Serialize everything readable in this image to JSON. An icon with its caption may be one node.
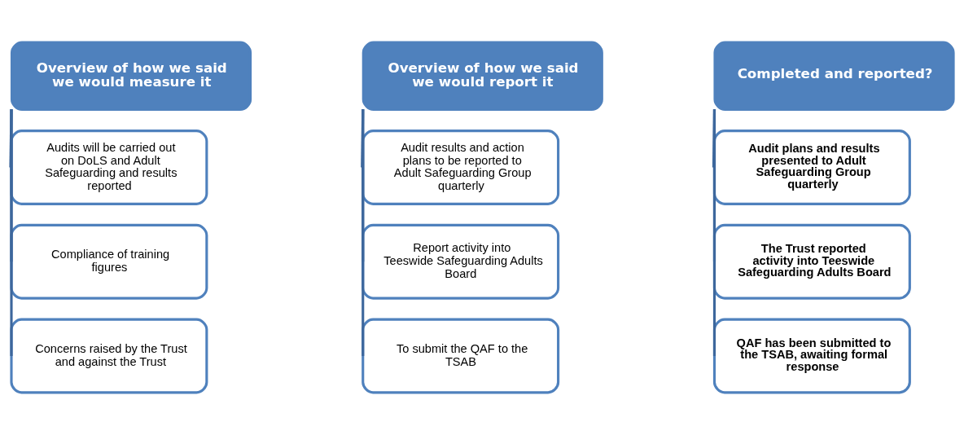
{
  "diagram": {
    "nodes": [
      {
        "text": [
          "Overview of how we said we would measure it"
        ]
      },
      {
        "text": [
          "Audits will be carried out on DoLS and Adult Safeguarding and results reported"
        ]
      },
      {
        "text": [
          "Compliance of training figures"
        ]
      },
      {
        "text": [
          "Concerns raised by the Trust and against the Trust"
        ]
      },
      {
        "text": [
          "Overview of how we said we would report it"
        ]
      },
      {
        "text": [
          "Audit results and action plans to be reported to Adult Safeguarding Group quarterly"
        ]
      },
      {
        "text": [
          "Report activity into Teeswide Safeguarding Adults Board"
        ]
      },
      {
        "text": [
          "To submit the QAF to the TSAB"
        ]
      },
      {
        "text": [
          "Completed and reported?"
        ]
      },
      {
        "text": [
          "Audit plans and results presented to Adult Safeguarding Group quarterly"
        ]
      },
      {
        "text": [
          "The Trust reported activity into Teeswide Safeguarding Adults Board"
        ]
      },
      {
        "text": [
          "QAF has been submitted to the TSAB, awaiting formal response"
        ]
      }
    ],
    "edges": [
      {
        "from": 0,
        "to": 1,
        "arrow": "none"
      },
      {
        "from": 0,
        "to": 2,
        "arrow": "none"
      },
      {
        "from": 0,
        "to": 3,
        "arrow": "none"
      },
      {
        "from": 4,
        "to": 5,
        "arrow": "none"
      },
      {
        "from": 4,
        "to": 6,
        "arrow": "none"
      },
      {
        "from": 4,
        "to": 7,
        "arrow": "none"
      },
      {
        "from": 8,
        "to": 9,
        "arrow": "none"
      },
      {
        "from": 8,
        "to": 10,
        "arrow": "none"
      },
      {
        "from": 8,
        "to": 11,
        "arrow": "none"
      }
    ]
  }
}
